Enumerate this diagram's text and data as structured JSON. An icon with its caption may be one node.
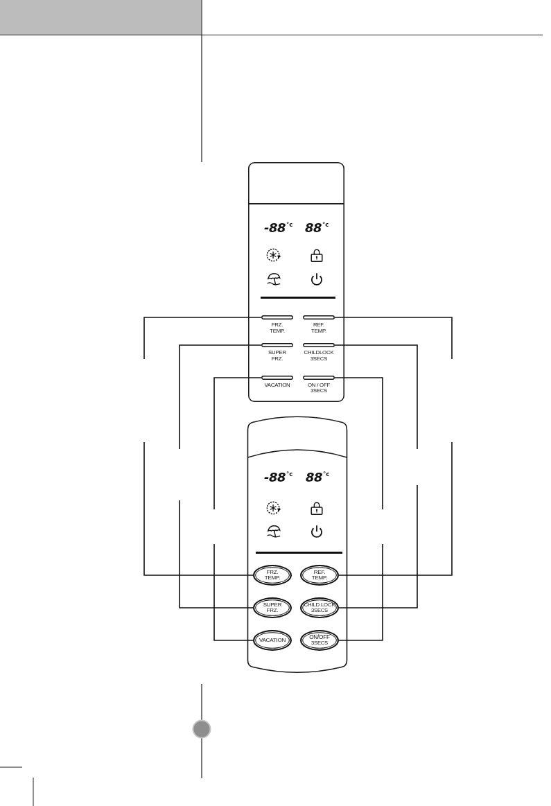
{
  "diagram": {
    "nodes": [
      {
        "text": [
          "-88$^{°c}$",
          "88$^{°c}$"
        ]
      },
      {
        "text": [
          "FRZ. TEMP."
        ],
        "in": 0
      },
      {
        "text": [
          "REF. TEMP."
        ],
        "in": 0
      },
      {
        "text": [
          "SUPER FRZ."
        ],
        "in": 0
      },
      {
        "text": [
          "CHILDLOCK 3SECS"
        ],
        "in": 0
      },
      {
        "text": [
          "VACATION"
        ],
        "in": 0
      },
      {
        "text": [
          "ON / OFF",
          "3SECS"
        ],
        "in": 0
      },
      {
        "text": [
          "-88$^{°c}$",
          "88$^{°c}$"
        ]
      },
      {
        "text": [
          "FRZ. TEMP."
        ],
        "in": 7
      },
      {
        "text": [
          "REF. TEMP."
        ],
        "in": 7
      },
      {
        "text": [
          "SUPER FRZ."
        ],
        "in": 7
      },
      {
        "text": [
          "CHILD LOCK",
          "3SECS"
        ],
        "in": 7
      },
      {
        "text": [
          "VACATION"
        ],
        "in": 7
      },
      {
        "text": [
          "ON/OFF",
          "3SECS"
        ],
        "in": 7
      }
    ],
    "edges": [
      {
        "from": 1,
        "to": null,
        "arrow": "none"
      },
      {
        "from": 2,
        "to": null,
        "arrow": "none"
      },
      {
        "from": 3,
        "to": null,
        "arrow": "none"
      },
      {
        "from": 4,
        "to": null,
        "arrow": "none"
      },
      {
        "from": 5,
        "to": null,
        "arrow": "none"
      },
      {
        "from": 6,
        "to": null,
        "arrow": "none"
      },
      {
        "from": 8,
        "to": null,
        "arrow": "none"
      },
      {
        "from": 9,
        "to": null,
        "arrow": "none"
      },
      {
        "from": 10,
        "to": null,
        "arrow": "none"
      },
      {
        "from": 11,
        "to": null,
        "arrow": "none"
      },
      {
        "from": 12,
        "to": null,
        "arrow": "none"
      },
      {
        "from": 13,
        "to": null,
        "arrow": "none"
      }
    ]
  }
}
